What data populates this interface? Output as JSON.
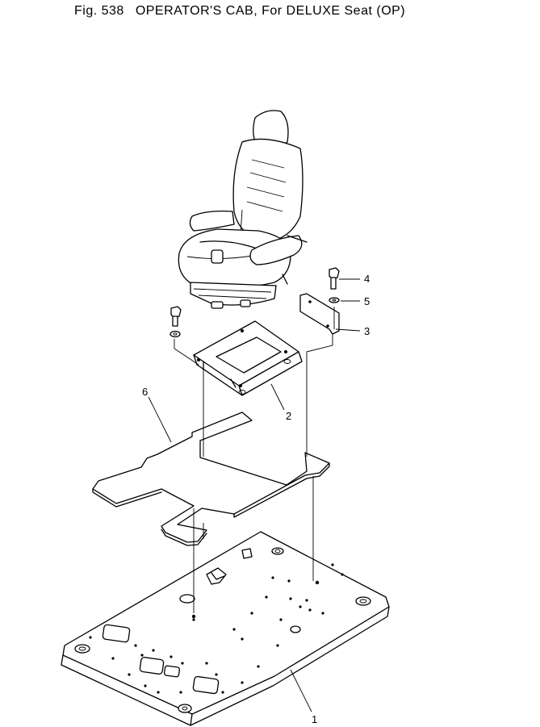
{
  "title": {
    "fig_label": "Fig. 538",
    "name": "OPERATOR'S CAB, For DELUXE Seat (OP)"
  },
  "callouts": {
    "c1": "1",
    "c2": "2",
    "c3": "3",
    "c4": "4",
    "c5": "5",
    "c6": "6"
  }
}
